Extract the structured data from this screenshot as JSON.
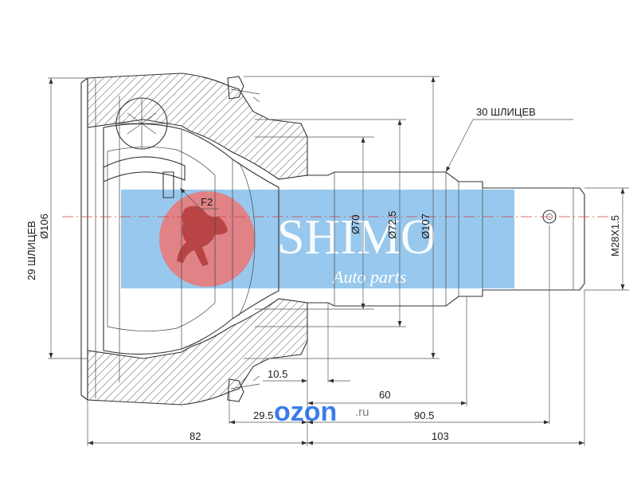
{
  "colors": {
    "banner": "#8fc3ec",
    "logo_circle": "#e87a7a",
    "ozon_blue": "#1a66e8"
  },
  "labels": {
    "splines_outer": "30 ШЛИЦЕВ",
    "splines_inner": "29 ШЛИЦЕВ",
    "dia_outer_left": "Ø106",
    "f2": "F2",
    "dia_70": "Ø70",
    "dia_72_5": "Ø72.5",
    "dia_107": "Ø107",
    "thread": "M28X1.5"
  },
  "dimensions": {
    "d_10_5": "10.5",
    "d_60": "60",
    "d_29_5": "29.5",
    "d_90_5": "90.5",
    "d_82": "82",
    "d_103": "103"
  },
  "watermark": {
    "brand": "SHIMO",
    "tagline": "Auto parts",
    "site_name": "ozon",
    "site_suffix": ".ru"
  }
}
